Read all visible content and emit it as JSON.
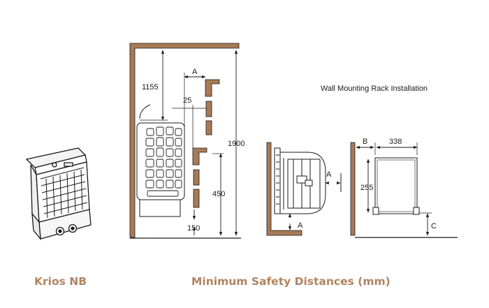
{
  "product": {
    "name": "Krios NB"
  },
  "caption": "Minimum Safety Distances (mm)",
  "mounting_title": "Wall Mounting Rack Installation",
  "dimensions": {
    "d1155": "1155",
    "dA": "A",
    "d25": "25",
    "d1900": "1900",
    "d450": "450",
    "d150": "150",
    "side_A_right": "A",
    "side_A_bottom": "A",
    "dB": "B",
    "d338": "338",
    "d255": "255",
    "dC": "C"
  },
  "colors": {
    "wall": "#a77a56",
    "caption": "#b08461",
    "line": "#1a1a1a"
  }
}
